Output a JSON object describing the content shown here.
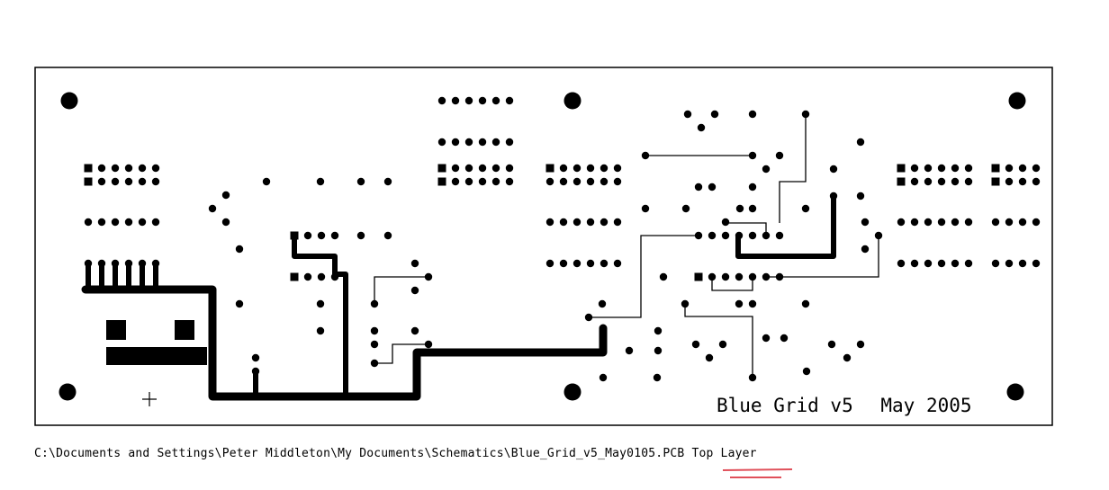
{
  "board": {
    "title": "Blue Grid v5",
    "date": "May 2005"
  },
  "caption": {
    "path": "C:\\Documents and Settings\\Peter Middleton\\My Documents\\Schematics\\Blue_Grid_v5_May0105.PCB",
    "layer": "Top Layer",
    "layer_underline_color": "#e0505a"
  },
  "colors": {
    "copper": "#000000",
    "background": "#ffffff"
  }
}
